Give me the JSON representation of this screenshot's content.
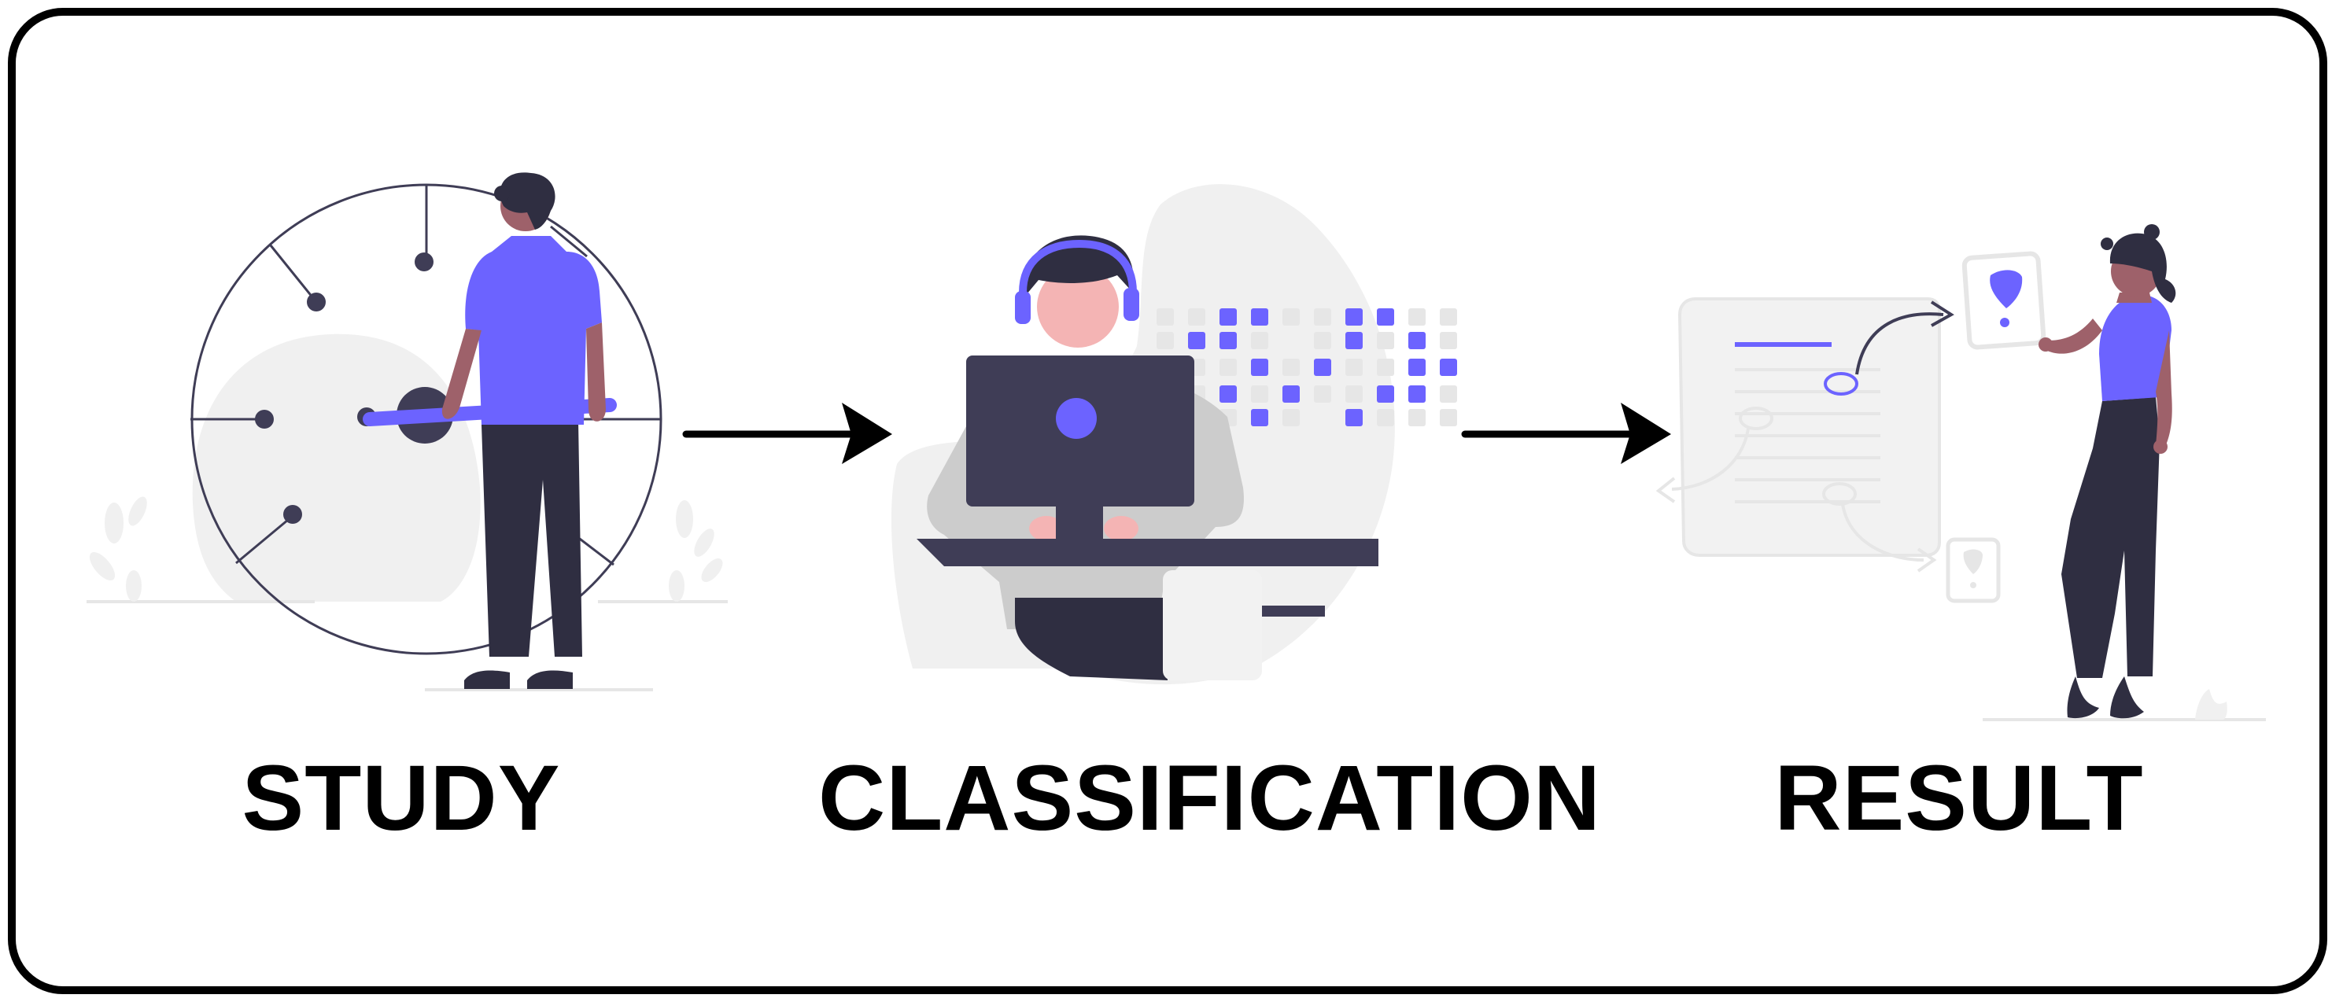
{
  "steps": [
    {
      "label": "STUDY",
      "illustration": "radar-person-illustration"
    },
    {
      "label": "CLASSIFICATION",
      "illustration": "headset-computer-illustration"
    },
    {
      "label": "RESULT",
      "illustration": "document-review-illustration"
    }
  ],
  "colors": {
    "accent": "#6c63ff",
    "dark": "#3f3d56",
    "pants": "#2f2e41",
    "skin": "#9e616a",
    "skin_light": "#f4b4b4",
    "light_gray": "#f0f0f0",
    "mid_gray": "#e6e6e6",
    "frame": "#000000"
  }
}
